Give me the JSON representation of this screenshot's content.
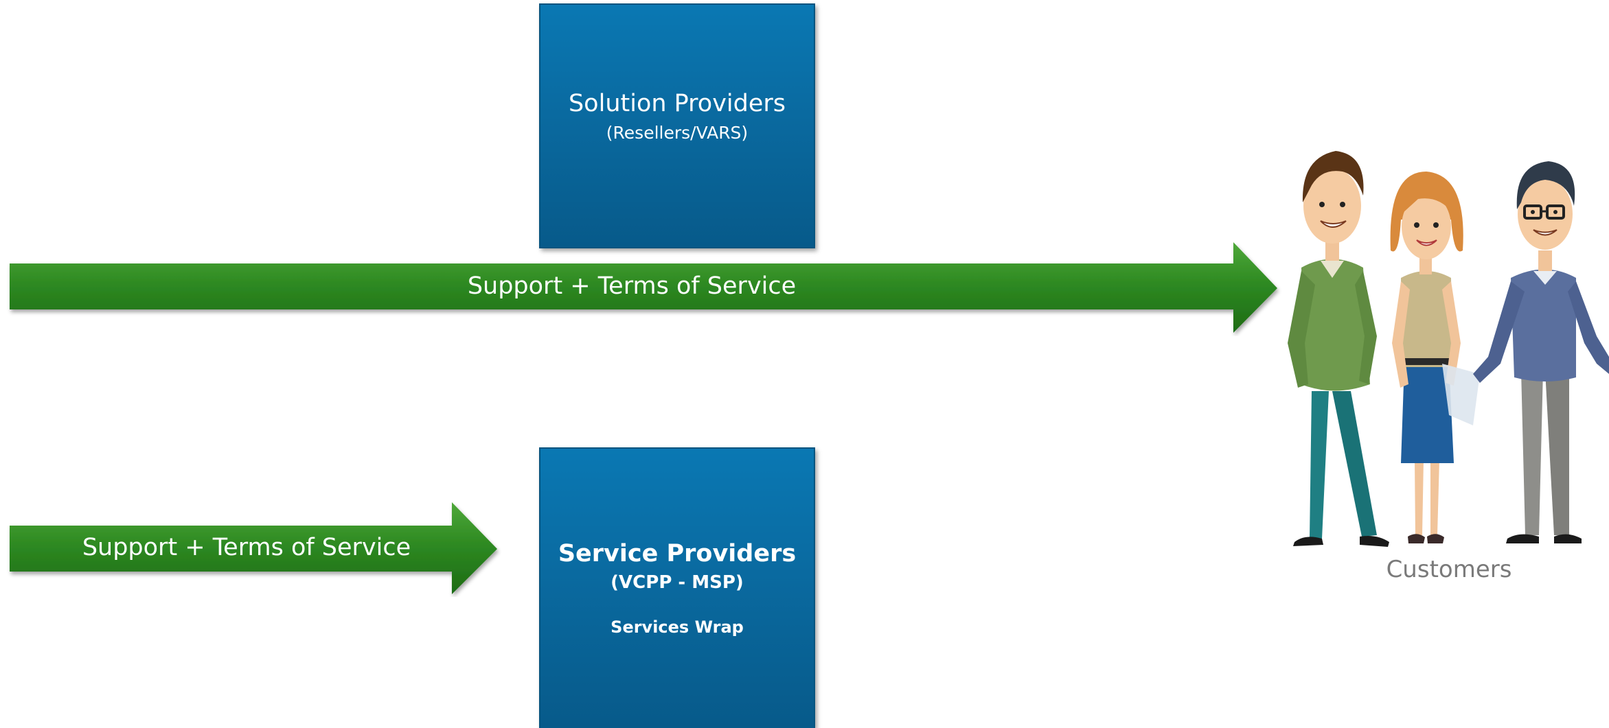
{
  "diagram": {
    "solution_box": {
      "title": "Solution Providers",
      "subtitle": "(Resellers/VARS)"
    },
    "service_box": {
      "title": "Service Providers",
      "subtitle": "(VCPP - MSP)",
      "extra": "Services Wrap"
    },
    "arrows": {
      "top_label": "Support + Terms of Service",
      "bottom_label": "Support + Terms of Service"
    },
    "customers_label": "Customers",
    "colors": {
      "box_blue": "#0a6aa0",
      "arrow_green": "#2e8a22",
      "customers_text": "#7a7a7a"
    }
  }
}
